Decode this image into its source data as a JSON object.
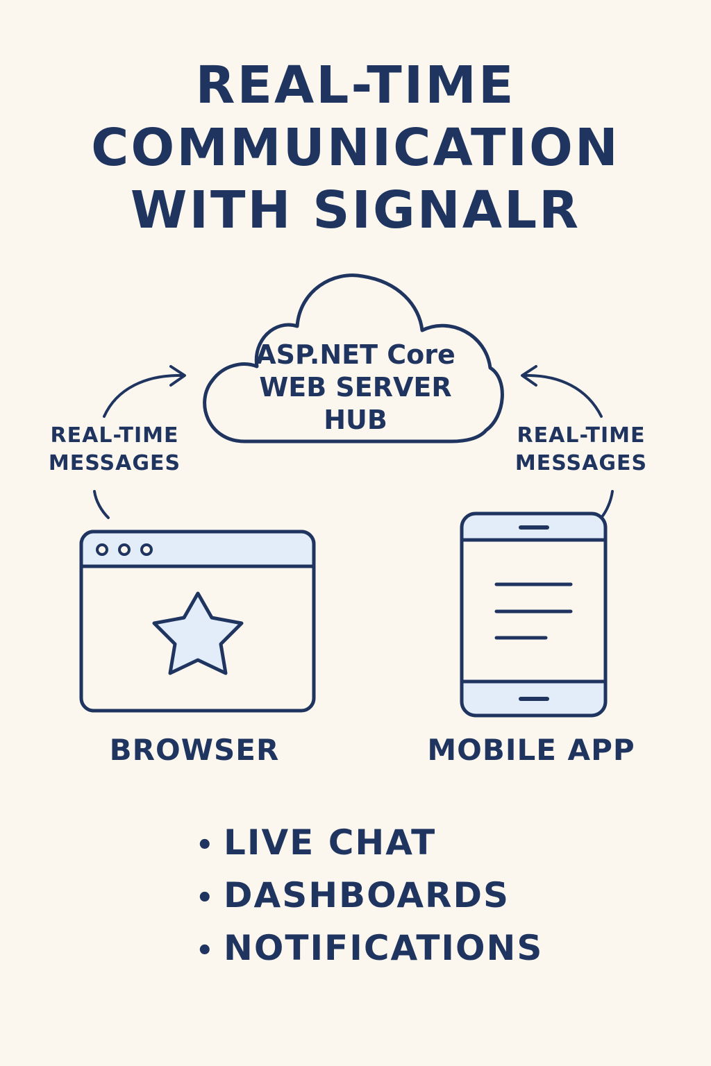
{
  "title_lines": [
    "REAL-TIME",
    "COMMUNICATION",
    "WITH SIGNALR"
  ],
  "hub": {
    "lines": [
      "ASP.NET Core",
      "WEB SERVER",
      "HUB"
    ],
    "icon": "cloud-icon"
  },
  "edges": [
    {
      "lines": [
        "REAL-TIME",
        "MESSAGES"
      ]
    },
    {
      "lines": [
        "REAL-TIME",
        "MESSAGES"
      ]
    }
  ],
  "nodes": {
    "browser": {
      "label": "BROWSER",
      "icon": "browser-window-icon"
    },
    "mobile": {
      "label": "MOBILE APP",
      "icon": "mobile-phone-icon"
    }
  },
  "features": [
    "LIVE CHAT",
    "DASHBOARDS",
    "NOTIFICATIONS"
  ],
  "colors": {
    "background": "#fbf7ef",
    "ink": "#1f3560",
    "fill": "#e3edfa"
  }
}
